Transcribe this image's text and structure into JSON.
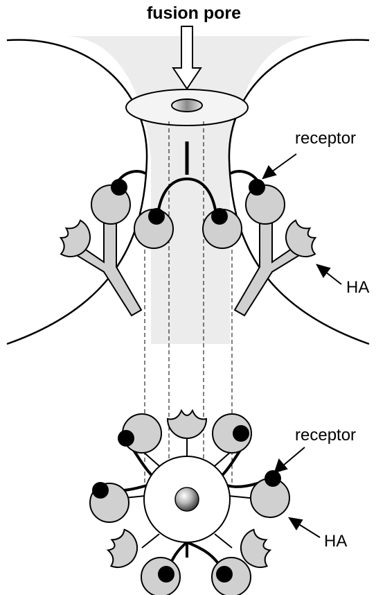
{
  "labels": {
    "fusion_pore": "fusion pore",
    "receptor_side": "receptor",
    "ha_side": "HA",
    "receptor_bottom": "receptor",
    "ha_bottom": "HA"
  },
  "colors": {
    "ink": "#000000",
    "protein_fill": "#d0d0d0",
    "background_shade": "#ececec",
    "paper": "#ffffff"
  }
}
